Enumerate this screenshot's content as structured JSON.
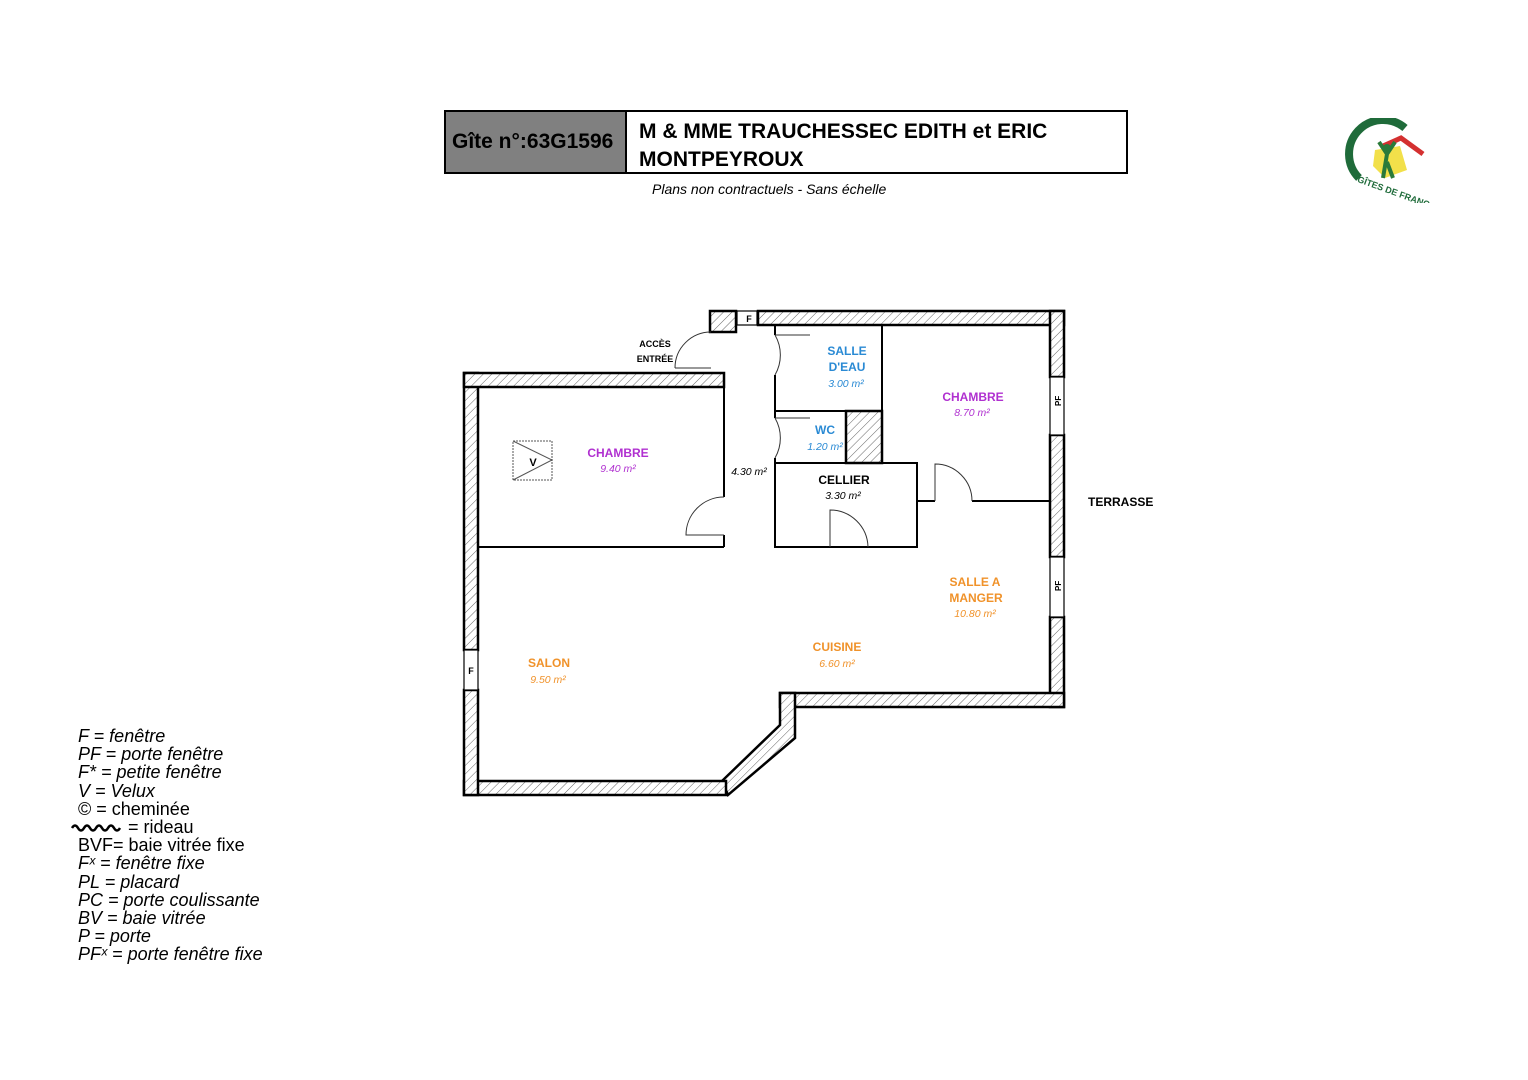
{
  "header": {
    "gite_number": "Gîte n°:63G1596",
    "owner": "M & MME TRAUCHESSEC EDITH et ERIC",
    "town": "MONTPEYROUX",
    "subtitle": "Plans non contractuels - Sans échelle"
  },
  "logo": {
    "text": "GÎTES DE FRANCE"
  },
  "rooms": [
    {
      "name": "SALLE D'EAU",
      "line1": "SALLE",
      "line2": "D'EAU",
      "area": "3.00 m²",
      "color": "#2a8ad4"
    },
    {
      "name": "CHAMBRE",
      "area": "8.70 m²",
      "color": "#b030d0"
    },
    {
      "name": "WC",
      "area": "1.20 m²",
      "color": "#2a8ad4"
    },
    {
      "name": "CHAMBRE",
      "area": "9.40 m²",
      "color": "#b030d0"
    },
    {
      "name": "",
      "area": "4.30 m²",
      "color": "#000000"
    },
    {
      "name": "CELLIER",
      "area": "3.30 m²",
      "color": "#000000"
    },
    {
      "name": "SALLE A MANGER",
      "line1": "SALLE A",
      "line2": "MANGER",
      "area": "10.80 m²",
      "color": "#f0922a"
    },
    {
      "name": "CUISINE",
      "area": "6.60 m²",
      "color": "#f0922a"
    },
    {
      "name": "SALON",
      "area": "9.50 m²",
      "color": "#f0922a"
    }
  ],
  "labels": {
    "acces1": "ACCÈS",
    "acces2": "ENTRÉE",
    "terrasse": "TERRASSE",
    "window_f": "F",
    "window_pf": "PF",
    "velux": "V"
  },
  "legend": [
    "F = fenêtre",
    "PF = porte fenêtre",
    "F* = petite fenêtre",
    "V = Velux",
    "© = cheminée",
    "= rideau",
    "BVF= baie vitrée fixe",
    "Fˣ = fenêtre fixe",
    "PL = placard",
    "PC = porte coulissante",
    "BV = baie vitrée",
    "P = porte",
    "PFˣ = porte fenêtre fixe"
  ]
}
